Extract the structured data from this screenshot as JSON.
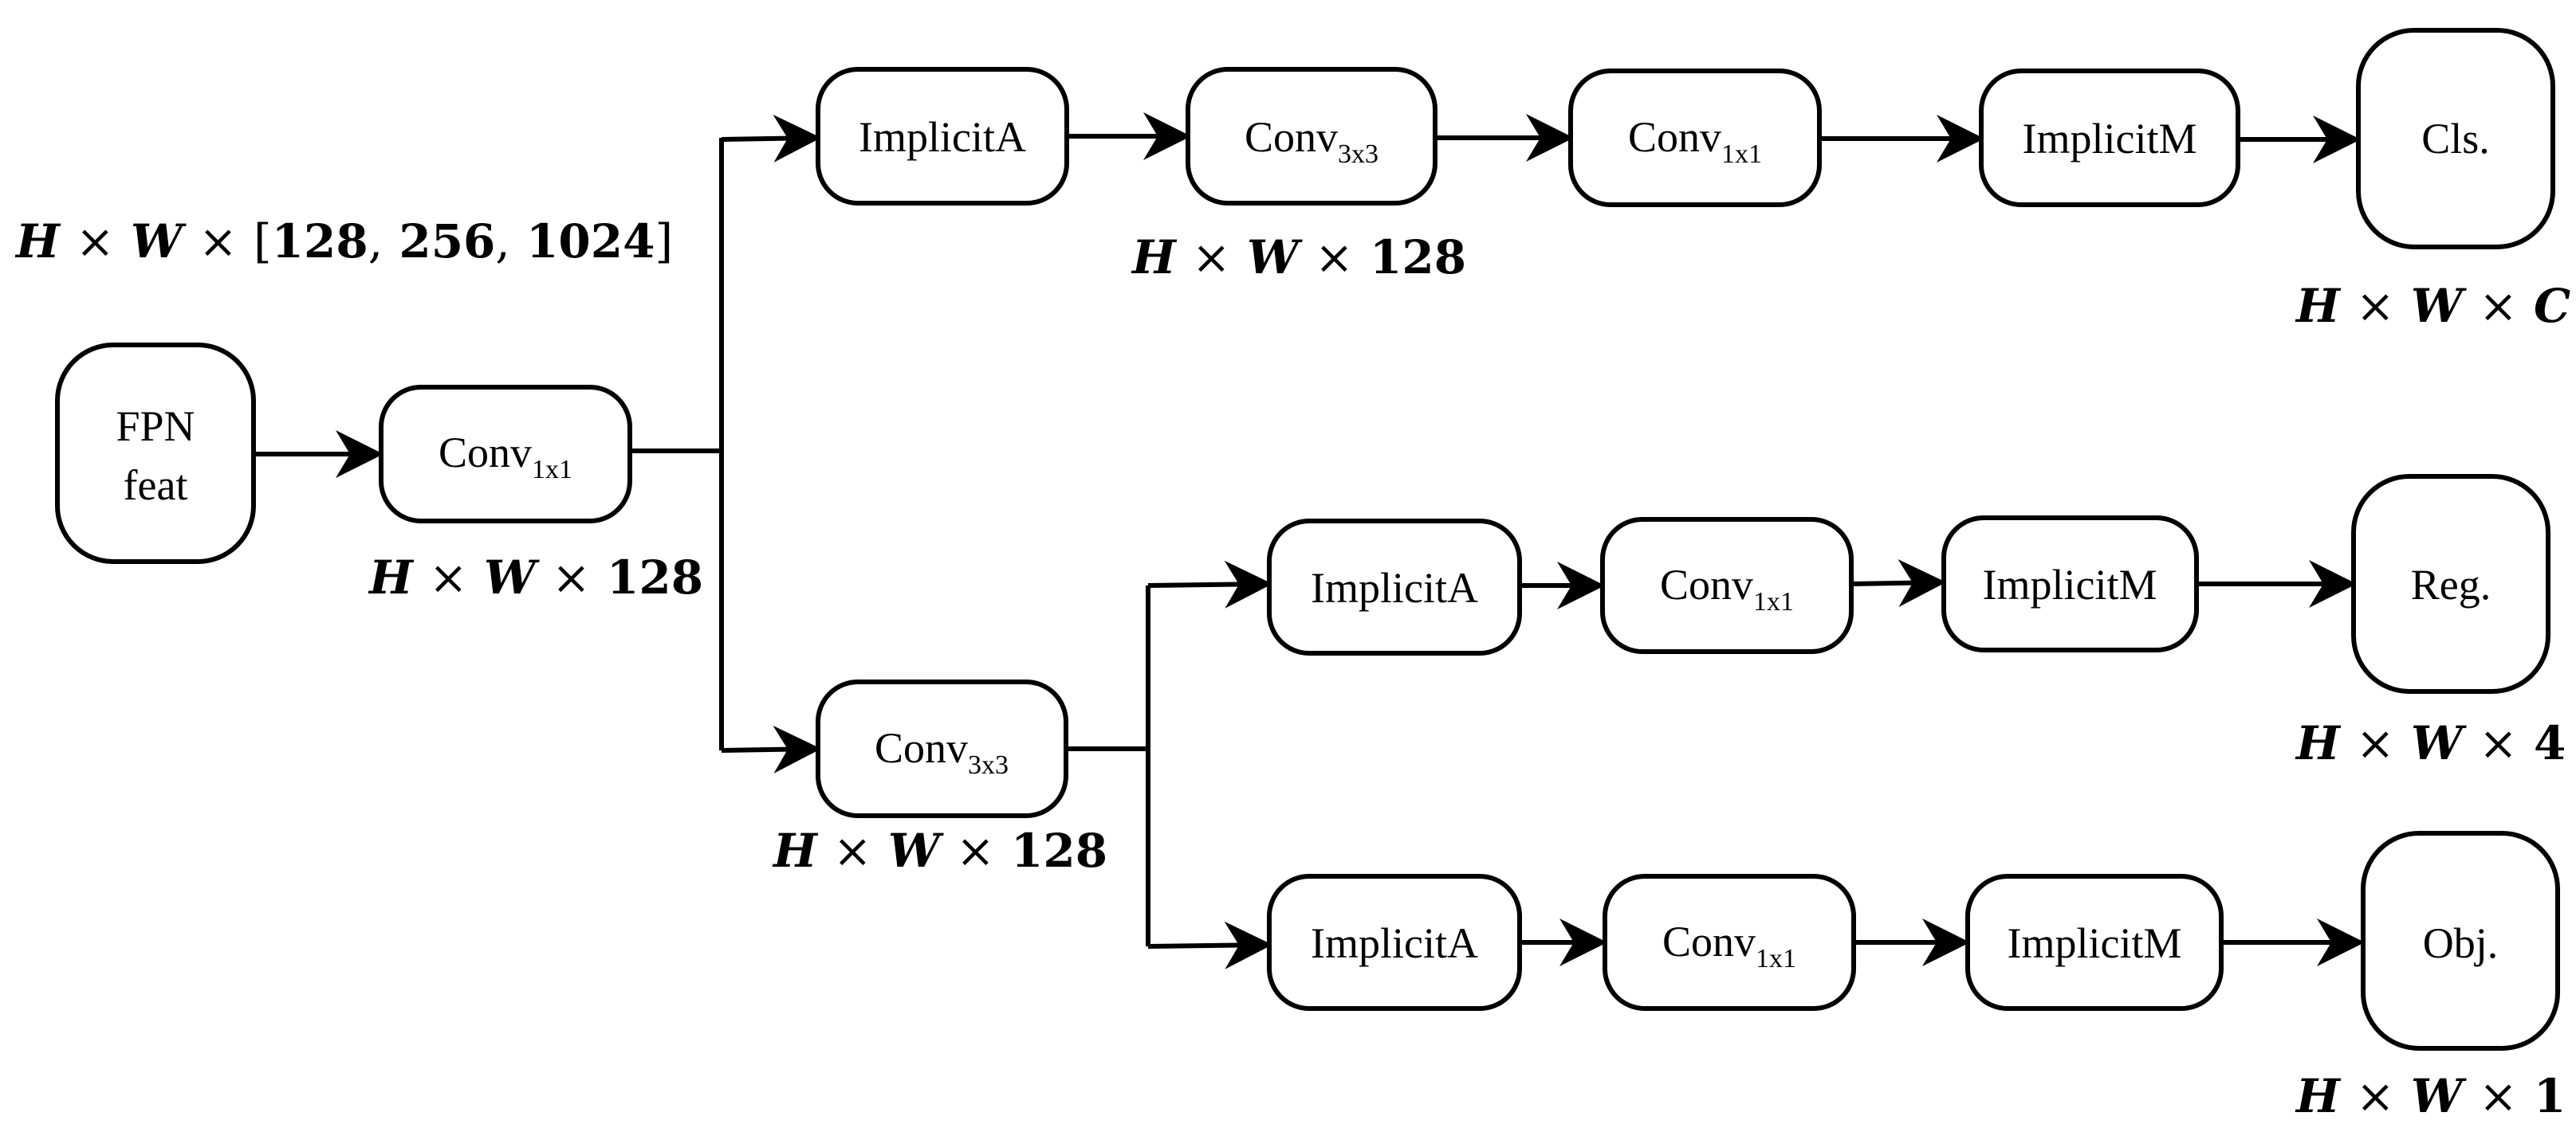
{
  "nodes": {
    "fpn": {
      "line1": "FPN",
      "line2": "feat"
    },
    "conv1": {
      "main": "Conv",
      "sub": "1x1"
    },
    "impA1": {
      "label": "ImplicitA"
    },
    "conv3a": {
      "main": "Conv",
      "sub": "3x3"
    },
    "conv1b": {
      "main": "Conv",
      "sub": "1x1"
    },
    "impM1": {
      "label": "ImplicitM"
    },
    "cls": {
      "label": "Cls."
    },
    "conv3b": {
      "main": "Conv",
      "sub": "3x3"
    },
    "impA2": {
      "label": "ImplicitA"
    },
    "conv1c": {
      "main": "Conv",
      "sub": "1x1"
    },
    "impM2": {
      "label": "ImplicitM"
    },
    "reg": {
      "label": "Reg."
    },
    "impA3": {
      "label": "ImplicitA"
    },
    "conv1d": {
      "main": "Conv",
      "sub": "1x1"
    },
    "impM3": {
      "label": "ImplicitM"
    },
    "obj": {
      "label": "Obj."
    }
  },
  "dims": {
    "input": {
      "h": "H",
      "w": "W",
      "times": "×",
      "lbracket": "[",
      "c1": "128",
      "c2": "256",
      "c3": "1024",
      "comma": ",",
      "rbracket": "]"
    },
    "conv1": {
      "h": "H",
      "w": "W",
      "times": "×",
      "c": "128"
    },
    "conv3a": {
      "h": "H",
      "w": "W",
      "times": "×",
      "c": "128"
    },
    "conv3b": {
      "h": "H",
      "w": "W",
      "times": "×",
      "c": "128"
    },
    "cls": {
      "h": "H",
      "w": "W",
      "times": "×",
      "c": "C"
    },
    "reg": {
      "h": "H",
      "w": "W",
      "times": "×",
      "c": "4"
    },
    "obj": {
      "h": "H",
      "w": "W",
      "times": "×",
      "c": "1"
    }
  }
}
